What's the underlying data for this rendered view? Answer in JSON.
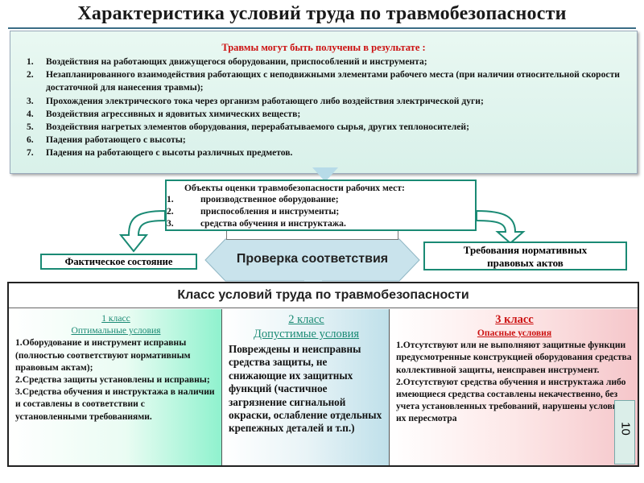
{
  "title": "Характеристика условий труда по травмобезопасности",
  "injury": {
    "heading": "Травмы могут быть получены в результате :",
    "items": [
      {
        "n": "1.",
        "text": "Воздействия на работающих движущегося оборудовании, приспособлений и инструмента;"
      },
      {
        "n": "2.",
        "text": "Незапланированного взаимодействия работающих с неподвижными элементами рабочего места (при наличии относительной скорости достаточной для нанесения травмы);"
      },
      {
        "n": "3.",
        "text": "Прохождения электрического тока через организм работающего либо воздействия электрической дуги;"
      },
      {
        "n": "4.",
        "text": "Воздействия агрессивных и ядовитых химических веществ;"
      },
      {
        "n": "5.",
        "text": "Воздействия нагретых элементов оборудования, перерабатываемого сырья, других теплоносителей;"
      },
      {
        "n": "6.",
        "text": "Падения работающего с высоты;"
      },
      {
        "n": "7.",
        "text": "Падения на работающего с высоты различных предметов."
      }
    ]
  },
  "objects": {
    "heading": "Объекты оценки травмобезопасности рабочих мест:",
    "items": [
      {
        "n": "1.",
        "text": "производственное оборудование;"
      },
      {
        "n": "2.",
        "text": "приспособления и инструменты;"
      },
      {
        "n": "3.",
        "text": "средства обучения и инструктажа."
      }
    ]
  },
  "check_label": "Проверка соответствия",
  "fact_label": "Фактическое состояние",
  "req_label_1": "Требования нормативных",
  "req_label_2": "правовых актов",
  "class_table": {
    "header": "Класс условий труда по травмобезопасности",
    "class1": {
      "title": "1 класс",
      "subtitle": "Оптимальные условия",
      "body": [
        "1.Оборудование и инструмент исправны (полностью соответствуют нормативным правовым актам);",
        "2.Средства защиты установлены и исправны;",
        "3.Средства обучения и инструктажа в наличии и составлены в соответствии с установленными требованиями."
      ]
    },
    "class2": {
      "title": "2 класс",
      "subtitle": "Допустимые условия",
      "body": "Повреждены и неисправны средства защиты, не снижающие их защитных функций (частичное загрязнение сигнальной окраски, ослабление отдельных крепежных деталей и т.п.)"
    },
    "class3": {
      "title": "3 класс",
      "subtitle": "Опасные условия",
      "body": [
        "1.Отсутствуют или не выполняют защитные функции предусмотренные конструкцией оборудования средства коллективной защиты, неисправен инструмент.",
        "2.Отсутствуют средства обучения и инструктажа либо имеющиеся средства составлены некачественно, без учета установленных требований, нарушены условия их пересмотра"
      ]
    }
  },
  "page_number": "10",
  "colors": {
    "accent_green": "#1a8a74",
    "accent_red": "#cc1111",
    "arrow_fill": "#ffffff"
  }
}
